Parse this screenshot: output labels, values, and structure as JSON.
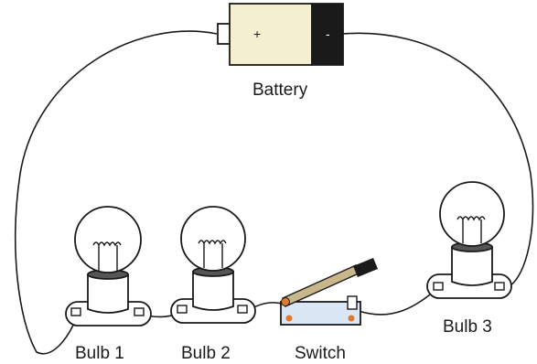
{
  "labels": {
    "battery": "Battery",
    "bulb1": "Bulb 1",
    "bulb2": "Bulb 2",
    "bulb3": "Bulb 3",
    "switch": "Switch"
  },
  "battery": {
    "plus": "+",
    "minus": "-"
  },
  "colors": {
    "outline": "#1a1a1a",
    "battery_body": "#f3efcf",
    "battery_negative": "#1a1a1a",
    "switch_base": "#dbe7f5",
    "switch_lever": "#c9b78c",
    "switch_contact": "#e07a2e"
  }
}
